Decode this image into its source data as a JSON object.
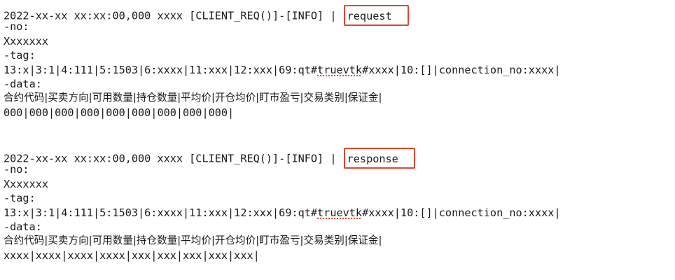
{
  "blocks": [
    {
      "header_prefix": "2022-xx-xx xx:xx:00,000 xxxx [CLIENT_REQ()]-[INFO] |",
      "highlight": "request",
      "no_label": "-no:",
      "no_value": "Xxxxxxx",
      "tag_label": "-tag:",
      "tag_prefix": "13:x|3:1|4:111|5:1503|6:xxxx|11:xxx|12:xxx|69:qt#",
      "tag_flagged": "truevtk",
      "tag_suffix": "#xxxx|10:[]|connection_no:xxxx|",
      "data_label": "-data:",
      "columns": "合约代码|买卖方向|可用数量|持仓数量|平均价|开仓均价|盯市盈亏|交易类别|保证金|",
      "values": "000|000|000|000|000|000|000|000|000|"
    },
    {
      "header_prefix": "2022-xx-xx xx:xx:00,000 xxxx [CLIENT_REQ()]-[INFO] |",
      "highlight": "response",
      "no_label": "-no:",
      "no_value": "Xxxxxxx",
      "tag_label": "-tag:",
      "tag_prefix": "13:x|3:1|4:111|5:1503|6:xxxx|11:xxx|12:xxx|69:qt#",
      "tag_flagged": "truevtk",
      "tag_suffix": "#xxxx|10:[]|connection_no:xxxx|",
      "data_label": "-data:",
      "columns": "合约代码|买卖方向|可用数量|持仓数量|平均价|开仓均价|盯市盈亏|交易类别|保证金|",
      "values": "xxxx|xxxx|xxxx|xxxx|xxx|xxx|xxx|xxx|xxx|"
    }
  ],
  "colors": {
    "text": "#1a1a1a",
    "highlight_border": "#e0452f",
    "spellcheck_underline": "#e0452f",
    "background": "#ffffff"
  }
}
